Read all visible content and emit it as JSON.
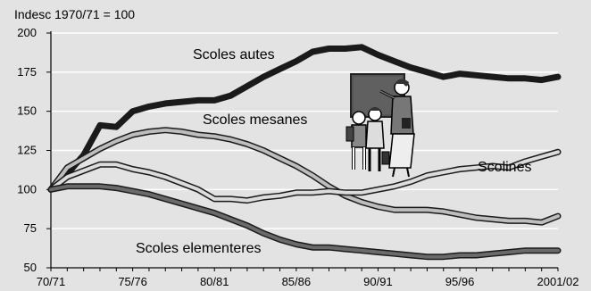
{
  "chart_data": {
    "type": "line",
    "title": "",
    "subtitle": "",
    "ylabel": "Indesc 1970/71 = 100",
    "xlabel": "",
    "ylim": [
      50,
      200
    ],
    "yticks": [
      50,
      75,
      100,
      125,
      150,
      175,
      200
    ],
    "x_tick_labels": [
      "70/71",
      "75/76",
      "80/81",
      "85/86",
      "90/91",
      "95/96",
      "2001/02"
    ],
    "x_points": [
      "70/71",
      "71/72",
      "72/73",
      "73/74",
      "74/75",
      "75/76",
      "76/77",
      "77/78",
      "78/79",
      "79/80",
      "80/81",
      "81/82",
      "82/83",
      "83/84",
      "84/85",
      "85/86",
      "86/87",
      "87/88",
      "88/89",
      "89/90",
      "90/91",
      "91/92",
      "92/93",
      "93/94",
      "94/95",
      "95/96",
      "96/97",
      "97/98",
      "98/99",
      "99/00",
      "00/01",
      "2001/02"
    ],
    "grid": "horizontal",
    "series": [
      {
        "name": "Scoles autes",
        "color": "#1a1a1a",
        "values": [
          100,
          110,
          122,
          141,
          140,
          150,
          153,
          155,
          156,
          157,
          157,
          160,
          166,
          172,
          177,
          182,
          188,
          190,
          190,
          191,
          186,
          182,
          178,
          175,
          172,
          174,
          173,
          172,
          171,
          171,
          170,
          172
        ]
      },
      {
        "name": "Scoles mesanes",
        "color": "#bdbdbd",
        "values": [
          100,
          114,
          120,
          126,
          131,
          135,
          137,
          138,
          137,
          135,
          134,
          132,
          129,
          125,
          120,
          115,
          109,
          102,
          96,
          92,
          89,
          87,
          87,
          87,
          86,
          84,
          82,
          81,
          80,
          80,
          79,
          83
        ]
      },
      {
        "name": "Scolines",
        "color": "#dcdcdc",
        "values": [
          100,
          108,
          112,
          116,
          116,
          113,
          111,
          108,
          104,
          100,
          94,
          94,
          93,
          95,
          96,
          98,
          98,
          99,
          98,
          98,
          100,
          102,
          105,
          109,
          111,
          113,
          114,
          115,
          114,
          118,
          121,
          124
        ]
      },
      {
        "name": "Scoles elementeres",
        "color": "#6a6a6a",
        "values": [
          100,
          102,
          102,
          102,
          101,
          99,
          97,
          94,
          91,
          88,
          85,
          81,
          77,
          72,
          68,
          65,
          63,
          63,
          62,
          61,
          60,
          59,
          58,
          57,
          57,
          58,
          58,
          59,
          60,
          61,
          61,
          61
        ]
      }
    ],
    "series_label_positions": {
      "Scoles autes": "above line, center",
      "Scoles mesanes": "above line, left-center",
      "Scolines": "above line, right",
      "Scoles elementeres": "below line, left-center"
    },
    "annotation": "illustration of a teacher at a blackboard with two pupils"
  }
}
